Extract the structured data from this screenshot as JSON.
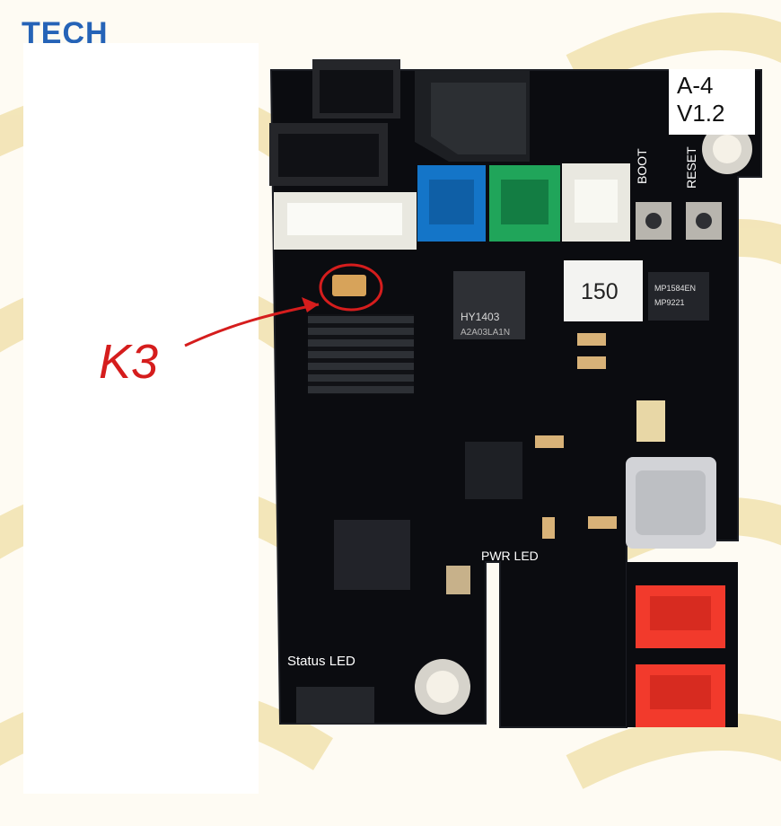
{
  "watermark": {
    "text": "TECH"
  },
  "board": {
    "model": "A-4",
    "version": "V1.2",
    "buttons": {
      "boot_label": "BOOT",
      "reset_label": "RESET"
    },
    "inductor_marking": "150",
    "regulator_marking_line1": "HY1403",
    "regulator_marking_line2": "A2A03LA1N",
    "status_led_label": "Status LED",
    "power_led_label": "PWR LED",
    "chip_marking_1": "MP1584EN",
    "chip_marking_2": "MP9221"
  },
  "annotation": {
    "label": "K3",
    "color": "#d51d1d"
  },
  "colors": {
    "pcb": "#0b0c10",
    "header_blue": "#1475c8",
    "header_green": "#20a55a",
    "header_white": "#e9e8e0",
    "header_red": "#f23a2c",
    "header_black": "#25262a"
  }
}
